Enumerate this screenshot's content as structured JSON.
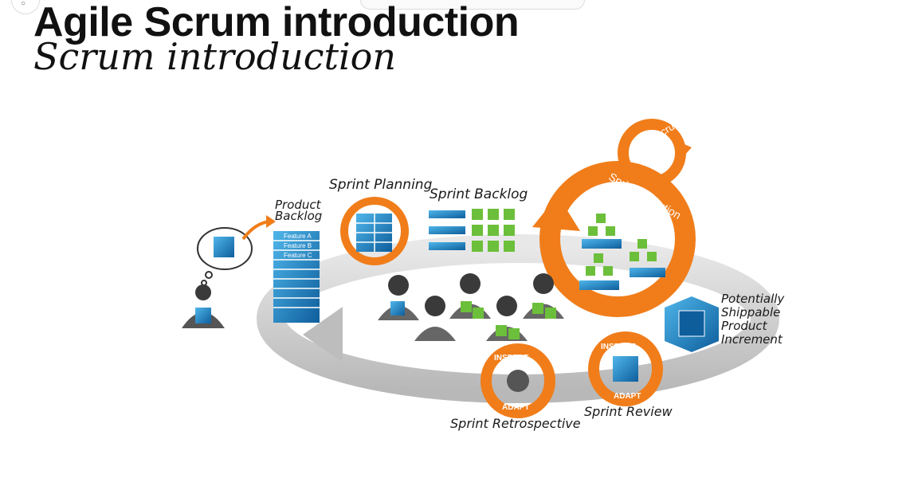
{
  "slide": {
    "title": "Agile Scrum introduction",
    "subtitle": "Scrum introduction"
  },
  "diagram": {
    "product_backlog_label": "Product\nBacklog",
    "features": [
      "Feature A",
      "Feature B",
      "Feature C"
    ],
    "sprint_planning_label": "Sprint Planning",
    "sprint_backlog_label": "Sprint Backlog",
    "daily_scrum_label": "Daily Scrum",
    "sprint_execution_label": "Sprint Execution",
    "increment_label": [
      "Potentially",
      "Shippable",
      "Product",
      "Increment"
    ],
    "inspect_label": "INSPECT",
    "adapt_label": "ADAPT",
    "sprint_retrospective_label": "Sprint Retrospective",
    "sprint_review_label": "Sprint Review"
  },
  "colors": {
    "orange": "#f07d1a",
    "blue": "#1e86c8",
    "green": "#6cbf3a",
    "gray": "#c9c9c9"
  }
}
